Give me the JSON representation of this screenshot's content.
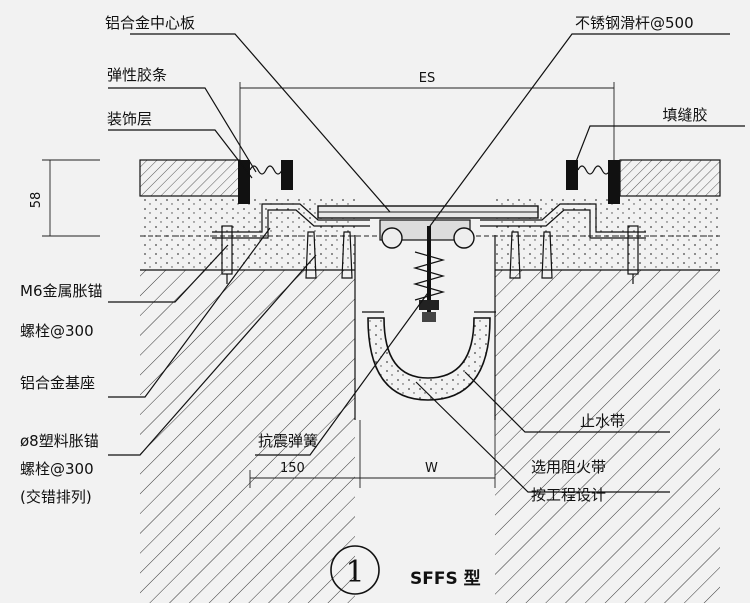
{
  "labels": {
    "center_plate": "铝合金中心板",
    "slide_bar": "不锈钢滑杆@500",
    "rubber_strip": "弹性胶条",
    "es": "ES",
    "filler": "填缝胶",
    "finish_layer": "装饰层",
    "dim_58": "58",
    "m6_anchor_1": "M6金属胀锚",
    "m6_anchor_2": "螺栓@300",
    "alu_base": "铝合金基座",
    "plastic_anchor_1": "ø8塑料胀锚",
    "plastic_anchor_2": "螺栓@300",
    "plastic_anchor_3": "(交错排列)",
    "spring": "抗震弹簧",
    "waterstop": "止水带",
    "fire_barrier_1": "选用阻火带",
    "fire_barrier_2": "按工程设计",
    "dim_150": "150",
    "dim_w": "W",
    "detail_number": "1",
    "model": "SFFS 型"
  }
}
